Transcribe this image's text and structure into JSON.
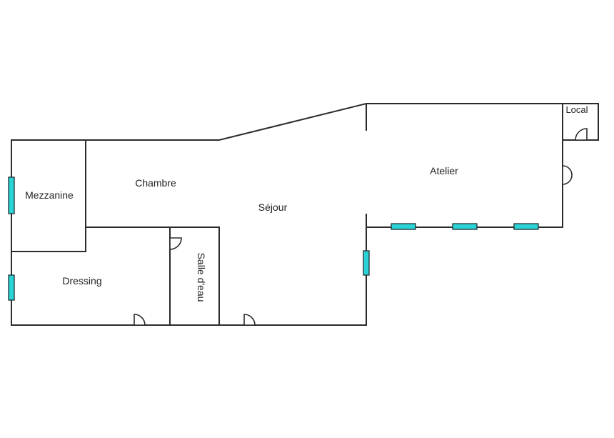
{
  "rooms": {
    "mezzanine": "Mezzanine",
    "chambre": "Chambre",
    "sejour": "Séjour",
    "atelier": "Atelier",
    "local": "Local",
    "dressing": "Dressing",
    "salle_deau": "Salle d'eau"
  },
  "colors": {
    "wall": "#2b2b2b",
    "window": "#2ad4d6",
    "background": "#ffffff"
  }
}
